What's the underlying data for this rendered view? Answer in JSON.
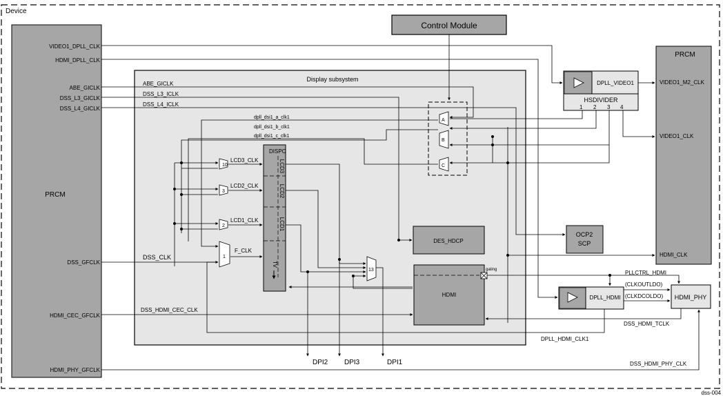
{
  "device_label": "Device",
  "figure_id": "dss-004",
  "control_module": "Control Module",
  "prcm_left": {
    "title": "PRCM",
    "outputs": [
      "VIDEO1_DPLL_CLK",
      "HDMI_DPLL_CLK",
      "ABE_GICLK",
      "DSS_L3_GICLK",
      "DSS_L4_GICLK",
      "DSS_GFCLK",
      "HDMI_CEC_GFCLK",
      "HDMI_PHY_GFCLK"
    ]
  },
  "prcm_right": {
    "title": "PRCM",
    "inputs": [
      "VIDEO1_M2_CLK",
      "VIDEO1_CLK",
      "HDMI_CLK"
    ]
  },
  "display_subsystem": {
    "title": "Display subsystem",
    "signals": [
      "ABE_GICLK",
      "DSS_L3_ICLK",
      "DSS_L4_ICLK",
      "dpll_dsi1_a_clk1",
      "dpll_dsi1_b_clk1",
      "dpll_dsi1_c_clk1",
      "DSS_CLK",
      "DSS_HDMI_CEC_CLK"
    ],
    "dispc": {
      "title": "DISPC",
      "lanes": [
        "LCD3",
        "LCD2",
        "LCD1",
        "TV"
      ]
    },
    "clocks": [
      "LCD3_CLK",
      "LCD2_CLK",
      "LCD1_CLK",
      "F_CLK"
    ],
    "mux_labels": [
      "10",
      "3",
      "2",
      "1",
      "13"
    ],
    "abc_mux": [
      "A",
      "B",
      "C"
    ],
    "des_hdcp": "DES_HDCP",
    "hdmi": "HDMI",
    "gating": "gating"
  },
  "hsdivider": {
    "title": "HSDIVIDER",
    "dpll": "DPLL_VIDEO1",
    "ports": [
      "1",
      "2",
      "3",
      "4"
    ]
  },
  "ocp2scp": [
    "OCP2",
    "SCP"
  ],
  "dpll_hdmi": "DPLL_HDMI",
  "hdmi_phy": "HDMI_PHY",
  "right_signals": [
    "PLLCTRL_HDMI",
    "(CLKOUTLDO)",
    "(CLKDCOLDO)",
    "DSS_HDMI_TCLK",
    "DPLL_HDMI_CLK1",
    "DSS_HDMI_PHY_CLK"
  ],
  "dpi_outputs": [
    "DPI2",
    "DPI3",
    "DPI1"
  ],
  "colors": {
    "block_dark": "#a6a6a6",
    "subsystem_bg": "#e6e6e6",
    "line": "#000000"
  }
}
